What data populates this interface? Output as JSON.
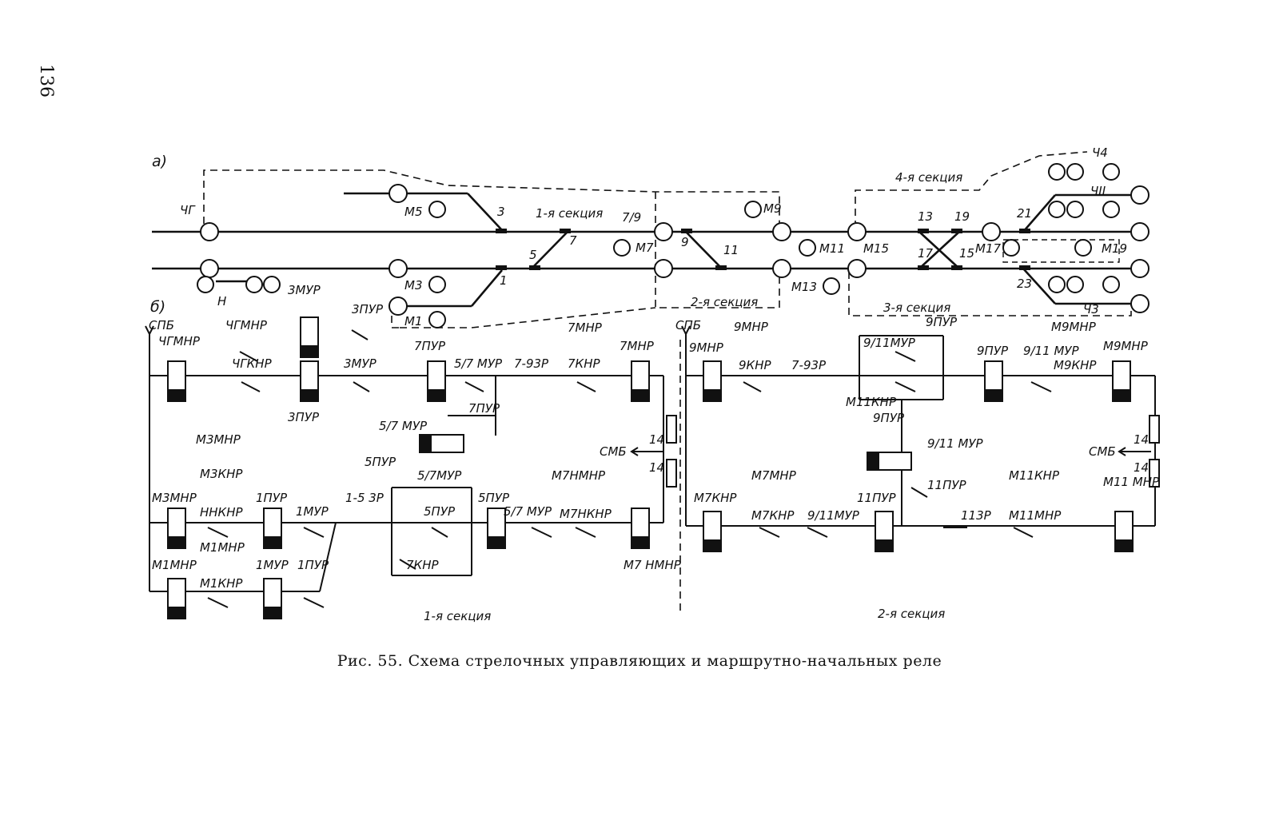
{
  "page_number": "136",
  "caption": "Рис. 55. Схема стрелочных управляющих и маршрутно-начальных реле",
  "part_a": {
    "label": "а)",
    "sections": {
      "s1": "1-я секция",
      "s2": "2-я секция",
      "s3": "3-я секция",
      "s4": "4-я секция"
    },
    "signals": {
      "cg": "ЧГ",
      "n": "Н",
      "m1": "М1",
      "m3": "М3",
      "m5": "М5",
      "m7": "М7",
      "m9": "М9",
      "m11": "М11",
      "m13": "М13",
      "m15": "М15",
      "m17": "М17",
      "m19": "М19",
      "ch2": "ЧII",
      "ch3": "Ч3",
      "ch4": "Ч4"
    },
    "switches": {
      "sw1": "1",
      "sw3": "3",
      "sw5": "5",
      "sw7": "7",
      "sw79": "7/9",
      "sw9": "9",
      "sw11": "11",
      "sw13": "13",
      "sw15": "15",
      "sw17": "17",
      "sw19": "19",
      "sw21": "21",
      "sw23": "23"
    }
  },
  "part_b": {
    "label": "б)",
    "spb_left": "СПБ",
    "spb_right": "СПБ",
    "smb_left": "СМБ",
    "smb_right": "СМБ",
    "section1": "1-я секция",
    "section2": "2-я секция",
    "left": {
      "cgmnr": "ЧГМНР",
      "cgmnr2": "ЧГМНР",
      "cgknr": "ЧГКНР",
      "mur3a": "3МУР",
      "pur3a": "3ПУР",
      "mur3b": "3МУР",
      "pur3b": "3ПУР",
      "pur7": "7ПУР",
      "mur57": "5/7 МУР",
      "r793": "7-93Р",
      "pur7b": "7ПУР",
      "knr7": "7КНР",
      "mnr7a": "7МНР",
      "mnr7b": "7МНР",
      "mur57c": "5/7 МУР",
      "pur5": "5ПУР",
      "mur57d": "5/7МУР",
      "pur5b": "5ПУР",
      "knr7b": "7КНР",
      "pur5c": "5ПУР",
      "mur57e": "5/7 МУР",
      "m7nmnr": "М7НМНР",
      "m7nknr": "М7НКНР",
      "m7nmnr_coil": "М7 НМНР",
      "res14a": "14",
      "res14b": "14",
      "m3mnr": "М3МНР",
      "m3mnr_coil": "М3МНР",
      "m3knr": "М3КНР",
      "nnknr": "ННКНР",
      "m1mnr": "М1МНР",
      "pur1": "1ПУР",
      "mur1": "1МУР",
      "r15": "1-5 3Р",
      "m1mnr_coil": "М1МНР",
      "m1knr": "М1КНР",
      "mur1b": "1МУР",
      "pur1b": "1ПУР"
    },
    "right": {
      "mnr9_coil": "9МНР",
      "mnr9": "9МНР",
      "knr9": "9КНР",
      "r793b": "7-93Р",
      "mur911": "9/11МУР",
      "pur9": "9ПУР",
      "m11knr": "М11КНР",
      "pur9b": "9ПУР",
      "pur9c": "9ПУР",
      "mur911b": "9/11 МУР",
      "m9mnr": "М9МНР",
      "m9knr": "М9КНР",
      "m9mnr_coil": "М9МНР",
      "mur911c": "9/11 МУР",
      "m7knr": "М7КНР",
      "m7mnr": "М7МНР",
      "m7knr2": "М7КНР",
      "mur911d": "9/11МУР",
      "pur11": "11ПУР",
      "pur11b": "11ПУР",
      "r113": "113Р",
      "m11knr2": "М11КНР",
      "m11mnr": "М11МНР",
      "m11mnr_coil": "М11 МНР",
      "res14c": "14",
      "res14d": "14"
    }
  }
}
